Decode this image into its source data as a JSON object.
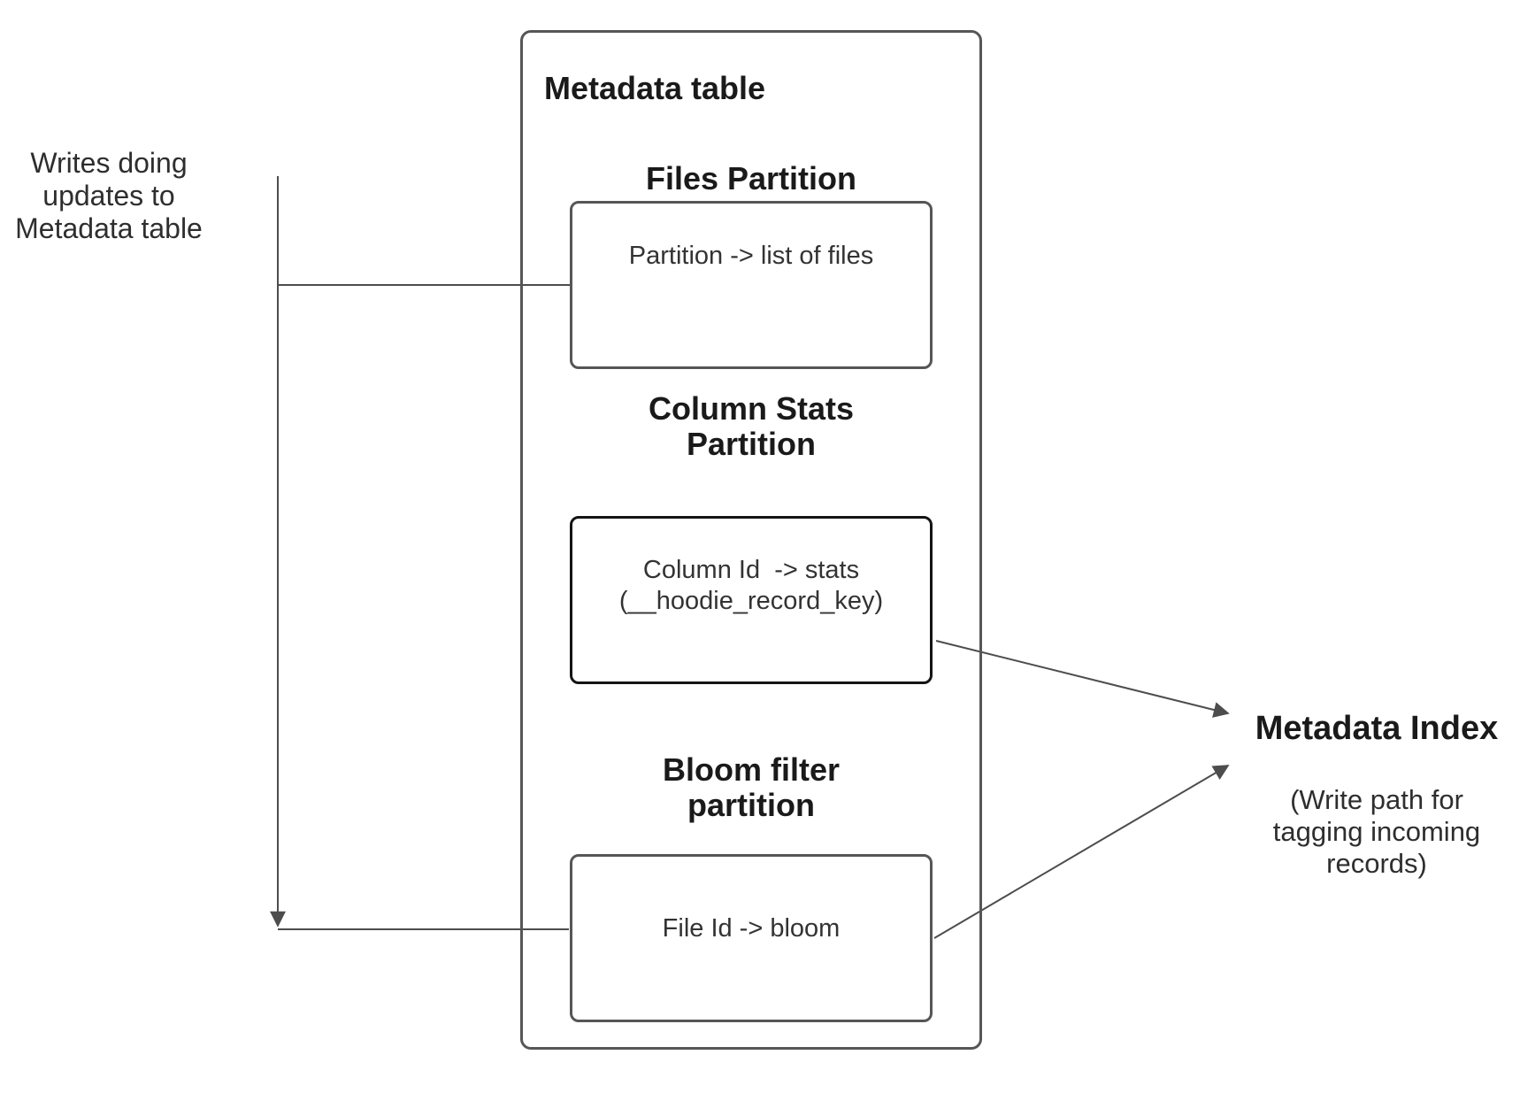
{
  "diagram": {
    "left_annotation": "Writes doing\nupdates to\nMetadata table",
    "metadata_table": {
      "title": "Metadata table",
      "files_partition": {
        "heading": "Files Partition",
        "box_label": "Partition -> list of files"
      },
      "column_stats_partition": {
        "heading": "Column Stats\nPartition",
        "box_label": "Column Id  -> stats\n(__hoodie_record_key)"
      },
      "bloom_filter_partition": {
        "heading": "Bloom filter\npartition",
        "box_label": "File Id -> bloom"
      }
    },
    "metadata_index": {
      "title": "Metadata Index",
      "note": "(Write path for\ntagging incoming\nrecords)"
    },
    "colors": {
      "connector_line": "#4d4d4d",
      "box_border": "#565656",
      "stats_box_border": "#141414",
      "text": "#2e2e2e",
      "heading_text": "#1a1a1a",
      "background": "#ffffff"
    }
  }
}
